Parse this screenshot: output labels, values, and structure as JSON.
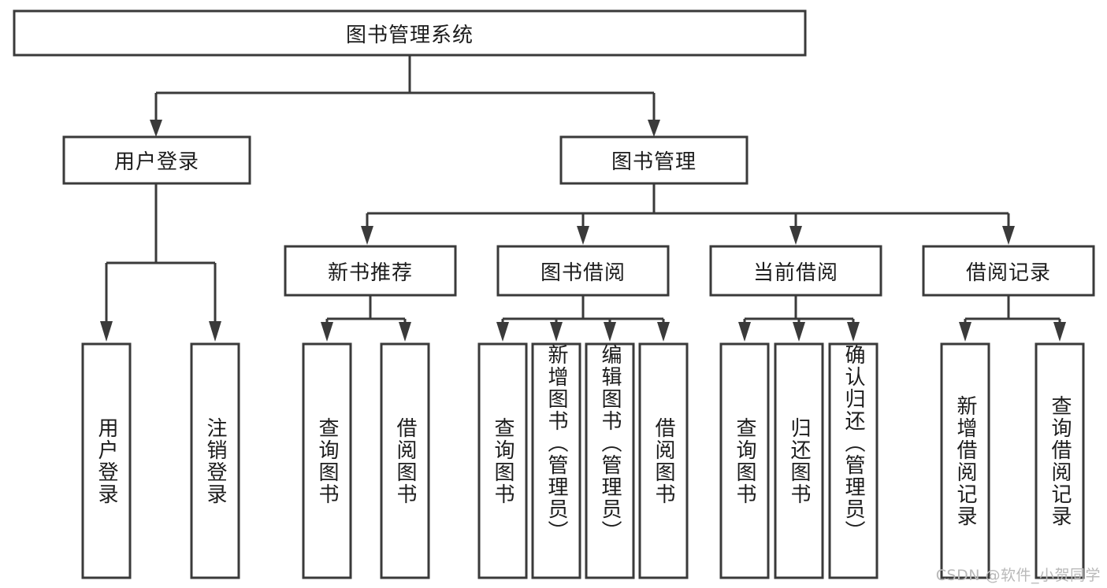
{
  "diagram": {
    "title": "图书管理系统",
    "type": "tree-hierarchy",
    "orientation": "top-down",
    "nodes": {
      "root": {
        "label": "图书管理系统",
        "level": 0
      },
      "l1_user_login": {
        "label": "用户登录",
        "level": 1
      },
      "l1_book_manage": {
        "label": "图书管理",
        "level": 1
      },
      "l2_new_book_rec": {
        "label": "新书推荐",
        "level": 2
      },
      "l2_book_borrow": {
        "label": "图书借阅",
        "level": 2
      },
      "l2_current_borrow": {
        "label": "当前借阅",
        "level": 2
      },
      "l2_borrow_record": {
        "label": "借阅记录",
        "level": 2
      },
      "l3_user_login_leaf": {
        "label": "用户登录",
        "level": 3
      },
      "l3_logout_leaf": {
        "label": "注销登录",
        "level": 3
      },
      "l3_query_book_a": {
        "label": "查询图书",
        "level": 3
      },
      "l3_borrow_book_a": {
        "label": "借阅图书",
        "level": 3
      },
      "l3_query_book_b": {
        "label": "查询图书",
        "level": 3
      },
      "l3_add_book": {
        "label": "新增图书（管理员）",
        "level": 3
      },
      "l3_edit_book": {
        "label": "编辑图书（管理员）",
        "level": 3
      },
      "l3_borrow_book_b": {
        "label": "借阅图书",
        "level": 3
      },
      "l3_query_book_c": {
        "label": "查询图书",
        "level": 3
      },
      "l3_return_book": {
        "label": "归还图书",
        "level": 3
      },
      "l3_confirm_return": {
        "label": "确认归还（管理员）",
        "level": 3
      },
      "l3_add_record": {
        "label": "新增借阅记录",
        "level": 3
      },
      "l3_query_record": {
        "label": "查询借阅记录",
        "level": 3
      }
    },
    "edges": [
      {
        "from": "root",
        "to": "l1_user_login"
      },
      {
        "from": "root",
        "to": "l1_book_manage"
      },
      {
        "from": "l1_user_login",
        "to": "l3_user_login_leaf"
      },
      {
        "from": "l1_user_login",
        "to": "l3_logout_leaf"
      },
      {
        "from": "l1_book_manage",
        "to": "l2_new_book_rec"
      },
      {
        "from": "l1_book_manage",
        "to": "l2_book_borrow"
      },
      {
        "from": "l1_book_manage",
        "to": "l2_current_borrow"
      },
      {
        "from": "l1_book_manage",
        "to": "l2_borrow_record"
      },
      {
        "from": "l2_new_book_rec",
        "to": "l3_query_book_a"
      },
      {
        "from": "l2_new_book_rec",
        "to": "l3_borrow_book_a"
      },
      {
        "from": "l2_book_borrow",
        "to": "l3_query_book_b"
      },
      {
        "from": "l2_book_borrow",
        "to": "l3_add_book"
      },
      {
        "from": "l2_book_borrow",
        "to": "l3_edit_book"
      },
      {
        "from": "l2_book_borrow",
        "to": "l3_borrow_book_b"
      },
      {
        "from": "l2_current_borrow",
        "to": "l3_query_book_c"
      },
      {
        "from": "l2_current_borrow",
        "to": "l3_return_book"
      },
      {
        "from": "l2_current_borrow",
        "to": "l3_confirm_return"
      },
      {
        "from": "l2_borrow_record",
        "to": "l3_add_record"
      },
      {
        "from": "l2_borrow_record",
        "to": "l3_query_record"
      }
    ],
    "colors": {
      "box_stroke": "#3a3a3a",
      "box_fill": "#ffffff",
      "text": "#1c1c1c",
      "connector": "#3a3a3a",
      "background": "#ffffff",
      "watermark": "#b9b9b9"
    }
  },
  "watermark": {
    "text": "CSDN @软件_小贺同学"
  }
}
